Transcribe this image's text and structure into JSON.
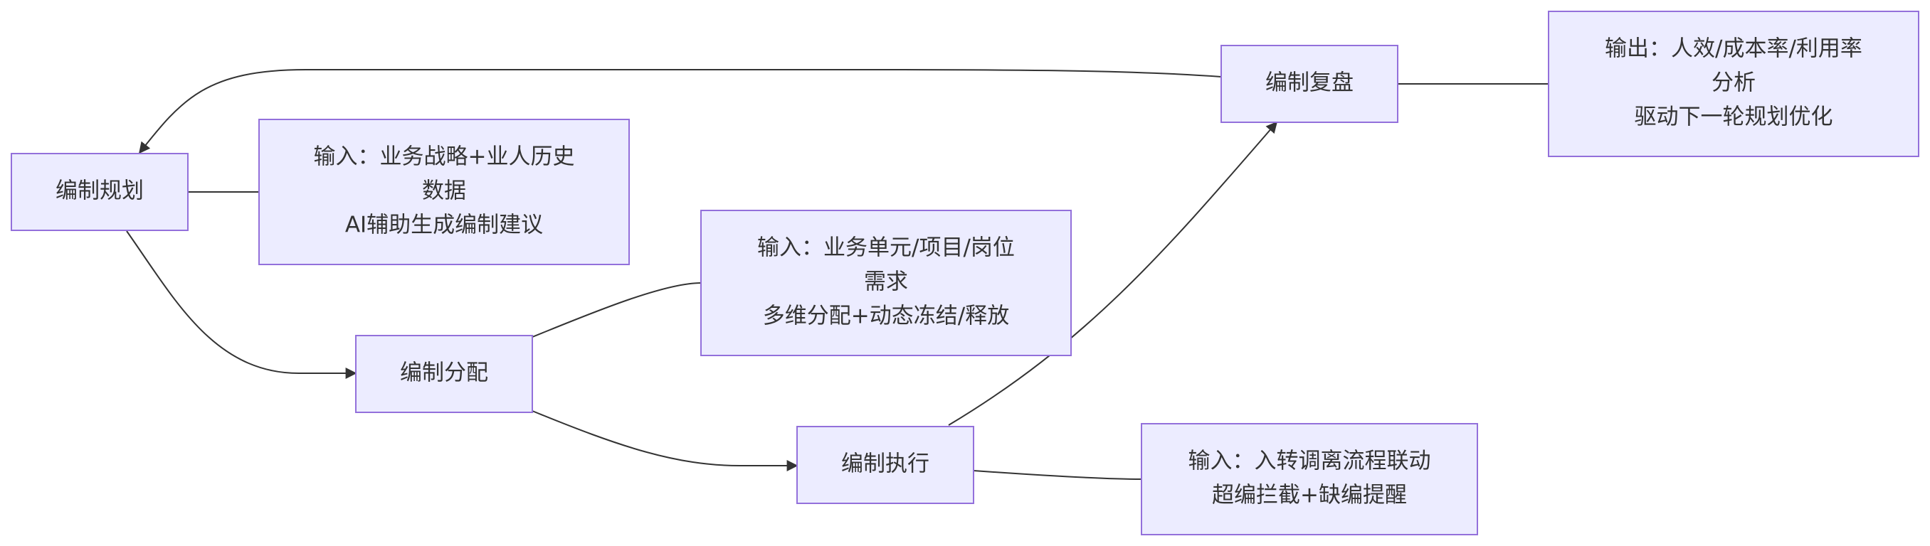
{
  "nodes": {
    "plan": {
      "lines": [
        "编制规划"
      ]
    },
    "allocate": {
      "lines": [
        "编制分配"
      ]
    },
    "execute": {
      "lines": [
        "编制执行"
      ]
    },
    "review": {
      "lines": [
        "编制复盘"
      ]
    },
    "plan_note": {
      "lines": [
        "输入：业务战略+业人历史",
        "数据",
        "AI辅助生成编制建议"
      ]
    },
    "allocate_note": {
      "lines": [
        "输入：业务单元/项目/岗位",
        "需求",
        "多维分配+动态冻结/释放"
      ]
    },
    "execute_note": {
      "lines": [
        "输入：入转调离流程联动",
        "超编拦截+缺编提醒"
      ]
    },
    "review_note": {
      "lines": [
        "输出：人效/成本率/利用率",
        "分析",
        "驱动下一轮规划优化"
      ]
    }
  },
  "colors": {
    "node_fill": "#ECECFF",
    "node_border": "#9370DB",
    "edge": "#333333",
    "text": "#333333"
  }
}
